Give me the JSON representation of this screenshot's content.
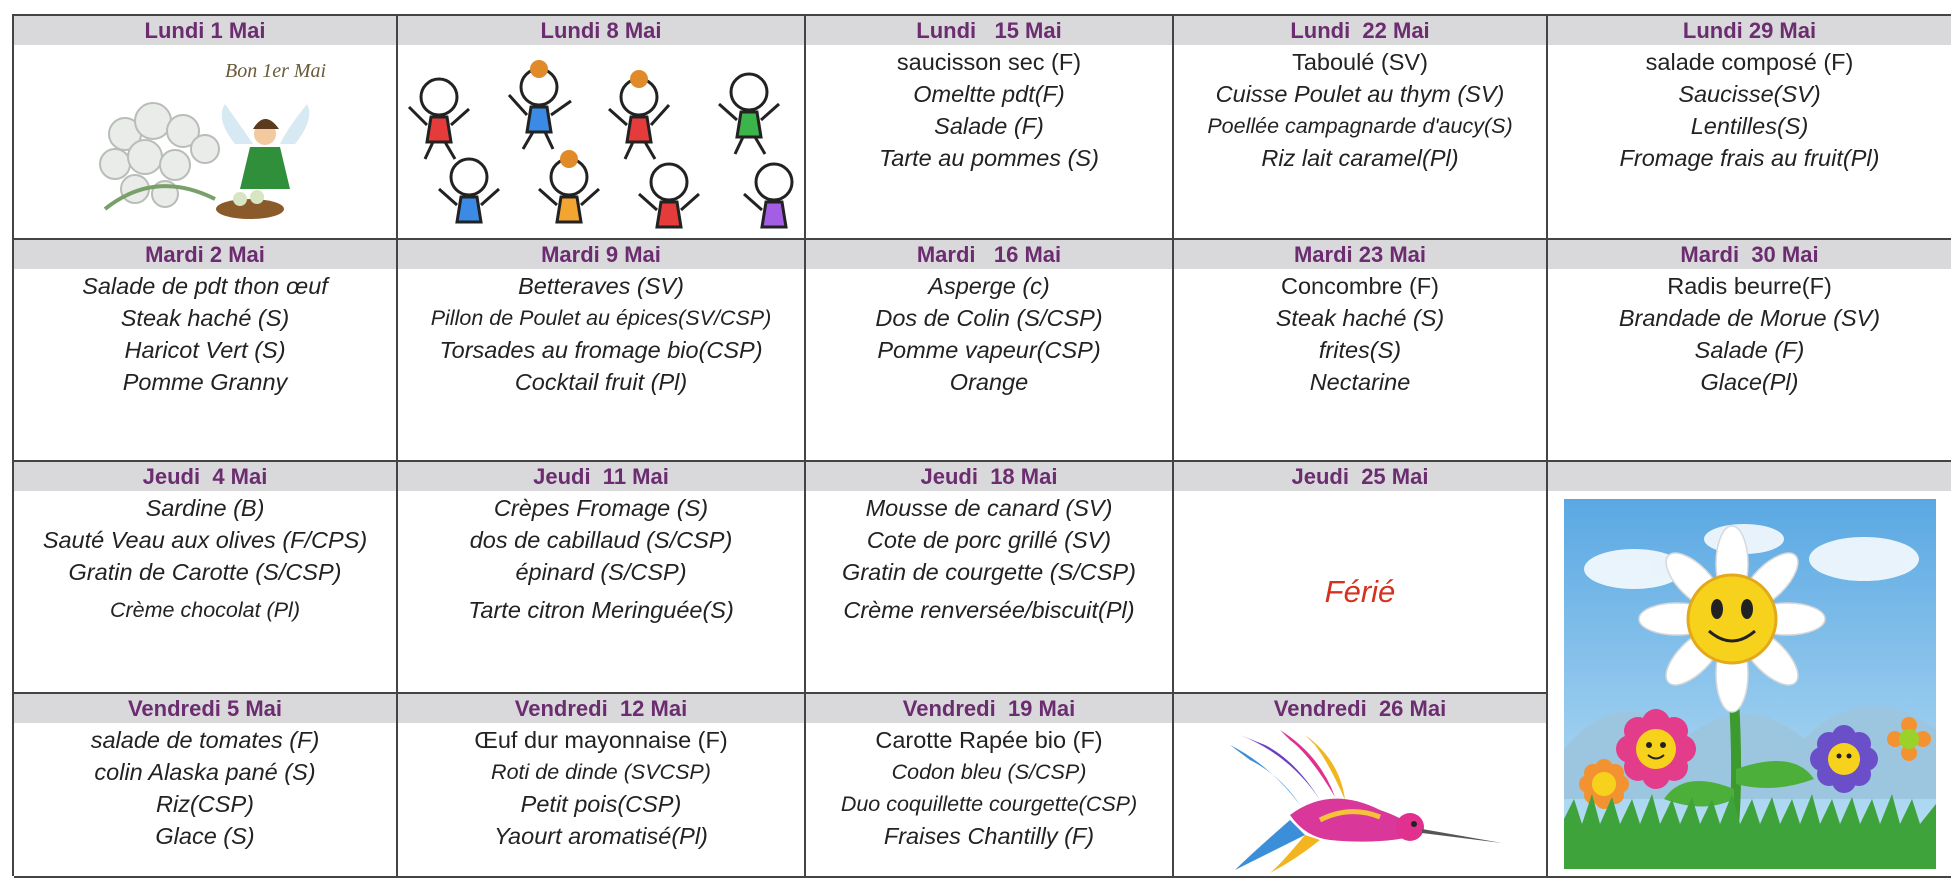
{
  "days": {
    "lun1": {
      "header": "Lundi 1 Mai",
      "image_caption": "Bon 1er Mai"
    },
    "lun8": {
      "header": "Lundi 8 Mai"
    },
    "lun15": {
      "header": "Lundi   15 Mai",
      "items": [
        "saucisson sec (F)",
        "Omeltte pdt(F)",
        "Salade (F)",
        "Tarte au pommes (S)"
      ]
    },
    "lun22": {
      "header": "Lundi  22 Mai",
      "items": [
        "Taboulé (SV)",
        "Cuisse Poulet au thym (SV)",
        "Poellée campagnarde d'aucy(S)",
        "Riz lait caramel(Pl)"
      ]
    },
    "lun29": {
      "header": "Lundi 29 Mai",
      "items": [
        "salade composé (F)",
        "Saucisse(SV)",
        "Lentilles(S)",
        "Fromage frais au fruit(Pl)"
      ]
    },
    "mar2": {
      "header": "Mardi 2 Mai",
      "items": [
        "Salade de pdt thon œuf",
        "Steak haché (S)",
        "Haricot Vert (S)",
        "Pomme Granny"
      ]
    },
    "mar9": {
      "header": "Mardi 9 Mai",
      "items": [
        "Betteraves (SV)",
        "Pillon de Poulet au épices(SV/CSP)",
        "Torsades au fromage bio(CSP)",
        "Cocktail fruit  (Pl)"
      ]
    },
    "mar16": {
      "header": "Mardi   16 Mai",
      "items": [
        "Asperge (c)",
        "Dos de Colin (S/CSP)",
        "Pomme vapeur(CSP)",
        "Orange"
      ]
    },
    "mar23": {
      "header": "Mardi 23 Mai",
      "items": [
        "Concombre (F)",
        "Steak haché (S)",
        "frites(S)",
        "Nectarine"
      ]
    },
    "mar30": {
      "header": "Mardi  30 Mai",
      "items": [
        "Radis beurre(F)",
        "Brandade de Morue (SV)",
        "Salade (F)",
        "Glace(Pl)"
      ]
    },
    "jeu4": {
      "header": "Jeudi  4 Mai",
      "items": [
        "Sardine  (B)",
        "Sauté Veau aux olives (F/CPS)",
        "Gratin de Carotte (S/CSP)",
        "Crème chocolat (Pl)"
      ]
    },
    "jeu11": {
      "header": "Jeudi  11 Mai",
      "items": [
        "Crèpes Fromage (S)",
        "dos de cabillaud (S/CSP)",
        "épinard (S/CSP)",
        "Tarte citron Meringuée(S)"
      ]
    },
    "jeu18": {
      "header": "Jeudi  18 Mai",
      "items": [
        "Mousse de canard (SV)",
        "Cote de porc grillé (SV)",
        "Gratin de courgette (S/CSP)",
        "Crème renversée/biscuit(Pl)"
      ]
    },
    "jeu25": {
      "header": "Jeudi  25 Mai",
      "label": "Férié"
    },
    "ven5": {
      "header": "Vendredi 5 Mai",
      "items": [
        "salade de tomates (F)",
        "colin Alaska pané (S)",
        "Riz(CSP)",
        "Glace (S)"
      ]
    },
    "ven12": {
      "header": "Vendredi  12 Mai",
      "items": [
        "Œuf dur mayonnaise (F)",
        "Roti de dinde (SVCSP)",
        "Petit pois(CSP)",
        "Yaourt aromatisé(Pl)"
      ]
    },
    "ven19": {
      "header": "Vendredi  19 Mai",
      "items": [
        "Carotte Rapée  bio (F)",
        "Codon bleu (S/CSP)",
        "Duo coquillette courgette(CSP)",
        "Fraises Chantilly (F)"
      ]
    },
    "ven26": {
      "header": "Vendredi  26 Mai"
    }
  },
  "colors": {
    "header_bg": "#d9d9dc",
    "header_text": "#6b2d6f",
    "ferie": "#d6311f",
    "grid_line": "#444444"
  },
  "images": {
    "lun1": "lily-of-the-valley-fairy",
    "lun8": "dancing-children",
    "ven26": "hummingbird",
    "flowers": "smiling-flowers"
  }
}
